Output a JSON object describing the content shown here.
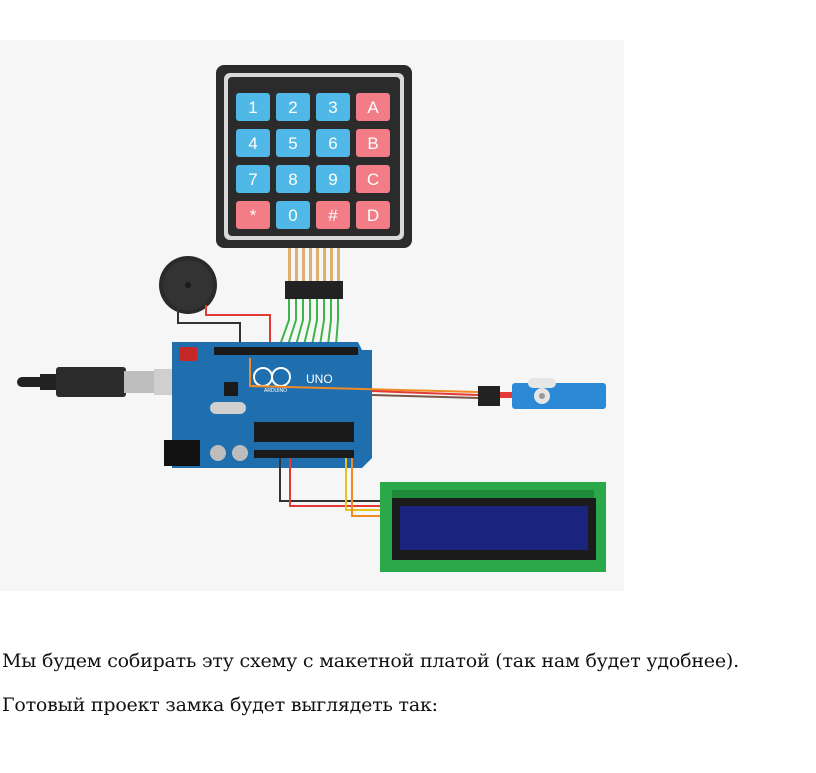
{
  "diagram": {
    "keypad_keys": [
      {
        "label": "1",
        "type": "digit"
      },
      {
        "label": "2",
        "type": "digit"
      },
      {
        "label": "3",
        "type": "digit"
      },
      {
        "label": "A",
        "type": "func"
      },
      {
        "label": "4",
        "type": "digit"
      },
      {
        "label": "5",
        "type": "digit"
      },
      {
        "label": "6",
        "type": "digit"
      },
      {
        "label": "B",
        "type": "func"
      },
      {
        "label": "7",
        "type": "digit"
      },
      {
        "label": "8",
        "type": "digit"
      },
      {
        "label": "9",
        "type": "digit"
      },
      {
        "label": "C",
        "type": "func"
      },
      {
        "label": "*",
        "type": "func"
      },
      {
        "label": "0",
        "type": "digit"
      },
      {
        "label": "#",
        "type": "func"
      },
      {
        "label": "D",
        "type": "func"
      }
    ],
    "board_label": "UNO",
    "board_brand": "ARDUINO",
    "colors": {
      "key_digit": "#4fb8e6",
      "key_func": "#f27d86",
      "keypad_body": "#2b2b2b",
      "board": "#1f6fae",
      "lcd_pcb": "#2aa84a",
      "lcd_screen": "#1a237e",
      "servo": "#2b89d6",
      "wire_green": "#3db54a",
      "wire_red": "#e53935",
      "wire_orange": "#f08a24",
      "wire_yellow": "#e8c21c"
    }
  },
  "caption": {
    "line1": "Мы будем собирать эту схему с макетной платой (так нам будет удобнее).",
    "line2": "Готовый проект замка будет выглядеть так:"
  }
}
